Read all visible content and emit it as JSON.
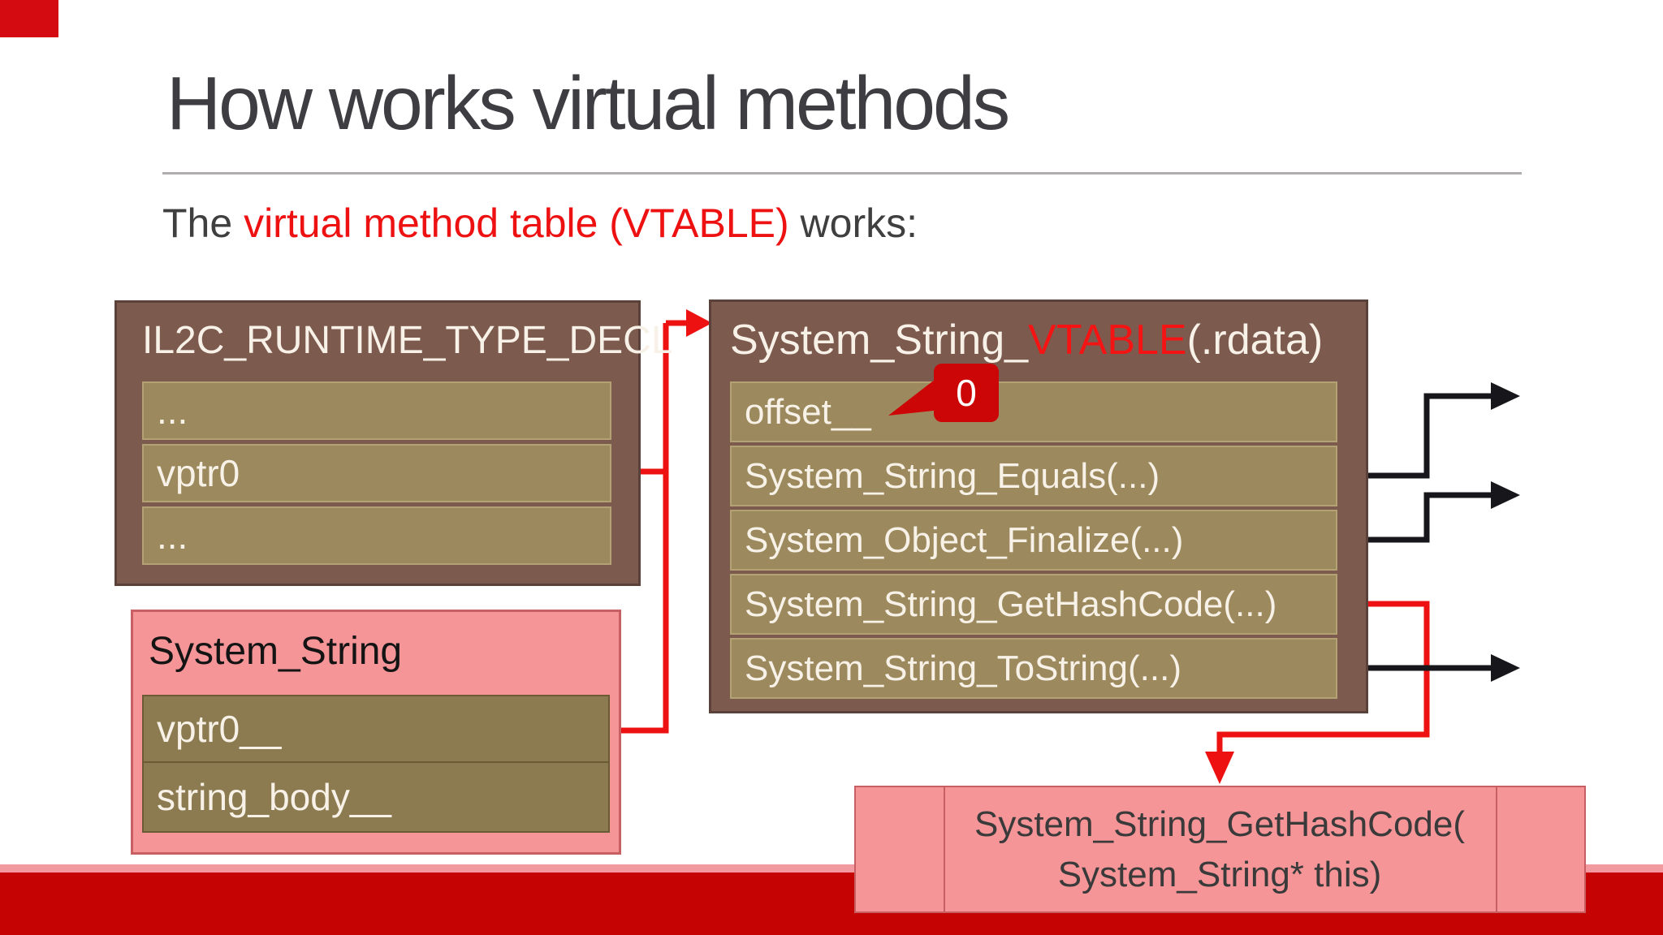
{
  "slide": {
    "title": "How works virtual methods",
    "subtitle": {
      "prefix": "The ",
      "highlight": "virtual method table (VTABLE)",
      "suffix": " works:"
    }
  },
  "runtime_type_box": {
    "title": "IL2C_RUNTIME_TYPE_DECL",
    "rows": [
      "...",
      "vptr0",
      "..."
    ]
  },
  "system_string_box": {
    "title": "System_String",
    "rows": [
      "vptr0__",
      "string_body__"
    ]
  },
  "vtable_box": {
    "title_prefix": "System_String_",
    "title_highlight": "VTABLE",
    "title_suffix": " (.rdata)",
    "rows": [
      "offset__",
      "System_String_Equals(...)",
      "System_Object_Finalize(...)",
      "System_String_GetHashCode(...)",
      "System_String_ToString(...)"
    ]
  },
  "offset_callout": {
    "value": "0"
  },
  "result_box": {
    "line1": "System_String_GetHashCode(",
    "line2": "System_String* this)"
  },
  "colors": {
    "title_text": "#3d3d42",
    "accent_red": "#ee1111",
    "callout_red": "#cc0606",
    "box_brown": "#7d5a4e",
    "row_tan": "#9c8a5e",
    "row_dark_tan": "#8c7b50",
    "box_pink": "#f59598",
    "footer_bar_red": "#c60303",
    "footer_strip_pink": "#f29aa0",
    "black_arrow": "#17171b",
    "white_text": "#f7f1e7"
  }
}
